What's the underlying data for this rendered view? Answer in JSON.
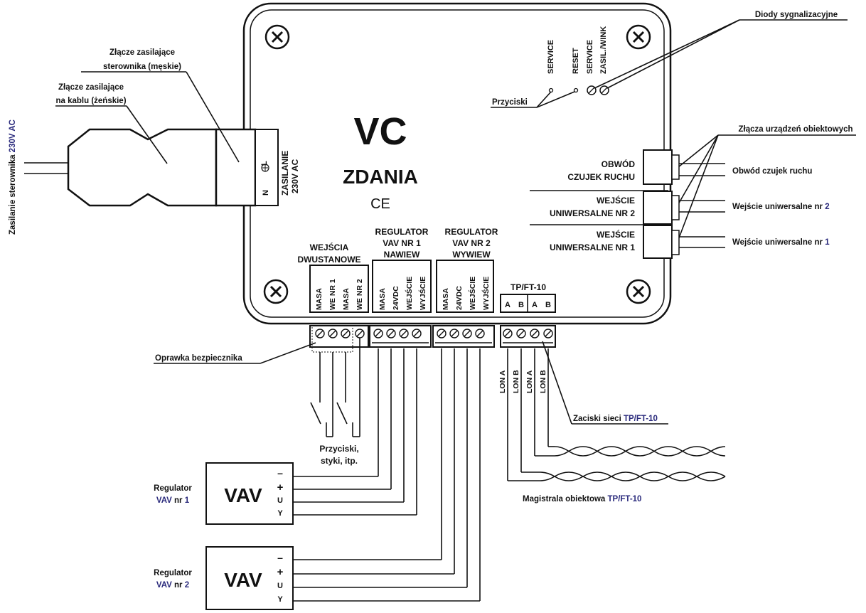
{
  "device": {
    "name": "VC",
    "subtitle": "ZDANIA",
    "mark": "CE"
  },
  "power": {
    "supply_prefix": "Zasilanie sterownika ",
    "supply_voltage": "230V AC",
    "male_connector": [
      "Złącze zasilające",
      "sterownika (męskie)"
    ],
    "female_connector": [
      "Złącze zasilające",
      "na kablu (żeńskie)"
    ],
    "terminal_label": "ZASILANIE",
    "terminal_voltage": "230V AC",
    "pin_l": "L",
    "pin_n": "N"
  },
  "service": {
    "labels": [
      "SERVICE",
      "RESET",
      "SERVICE",
      "ZASIL./WINK"
    ],
    "buttons_callout": "Przyciski",
    "leds_callout": "Diody sygnalizacyjne"
  },
  "object_connectors": {
    "callout": "Złącza urządzeń obiektowych",
    "blocks": [
      {
        "line1": "OBWÓD",
        "line2": "CZUJEK RUCHU",
        "outer": "Obwód czujek ruchu",
        "num": ""
      },
      {
        "line1": "WEJŚCIE",
        "line2": "UNIWERSALNE NR 2",
        "outer": "Wejście uniwersalne nr ",
        "num": "2"
      },
      {
        "line1": "WEJŚCIE",
        "line2": "UNIWERSALNE NR 1",
        "outer": "Wejście uniwersalne nr ",
        "num": "1"
      }
    ]
  },
  "bottom": {
    "binary_inputs": {
      "title": [
        "WEJŚCIA",
        "DWUSTANOWE"
      ],
      "pins": [
        "MASA",
        "WE NR 1",
        "MASA",
        "WE NR 2"
      ]
    },
    "vav1": {
      "title": [
        "REGULATOR",
        "VAV NR 1",
        "NAWIEW"
      ],
      "pins": [
        "MASA",
        "24VDC",
        "WEJŚCIE",
        "WYJŚCIE"
      ]
    },
    "vav2": {
      "title": [
        "REGULATOR",
        "VAV NR 2",
        "WYWIEW"
      ],
      "pins": [
        "MASA",
        "24VDC",
        "WEJŚCIE",
        "WYJŚCIE"
      ]
    },
    "tp": {
      "title": "TP/FT-10",
      "pins": [
        "A",
        "B",
        "A",
        "B"
      ]
    },
    "fuse_callout": "Oprawka bezpiecznika",
    "buttons_label": [
      "Przyciski,",
      "styki, itp."
    ],
    "lon_labels": [
      "LON A",
      "LON B",
      "LON A",
      "LON B"
    ],
    "tp_terminals_prefix": "Zaciski sieci ",
    "tp_name": "TP/FT-10",
    "bus_prefix": "Magistrala obiektowa ",
    "bus_name": "TP/FT-10"
  },
  "regulators": [
    {
      "label": "Regulator",
      "name": "VAV",
      "suffix": " nr ",
      "num": "1",
      "box": "VAV",
      "pins": [
        "–",
        "+",
        "U",
        "Y"
      ]
    },
    {
      "label": "Regulator",
      "name": "VAV",
      "suffix": " nr ",
      "num": "2",
      "box": "VAV",
      "pins": [
        "–",
        "+",
        "U",
        "Y"
      ]
    }
  ],
  "colors": {
    "accent": "#2a2a7c",
    "ink": "#111111"
  }
}
